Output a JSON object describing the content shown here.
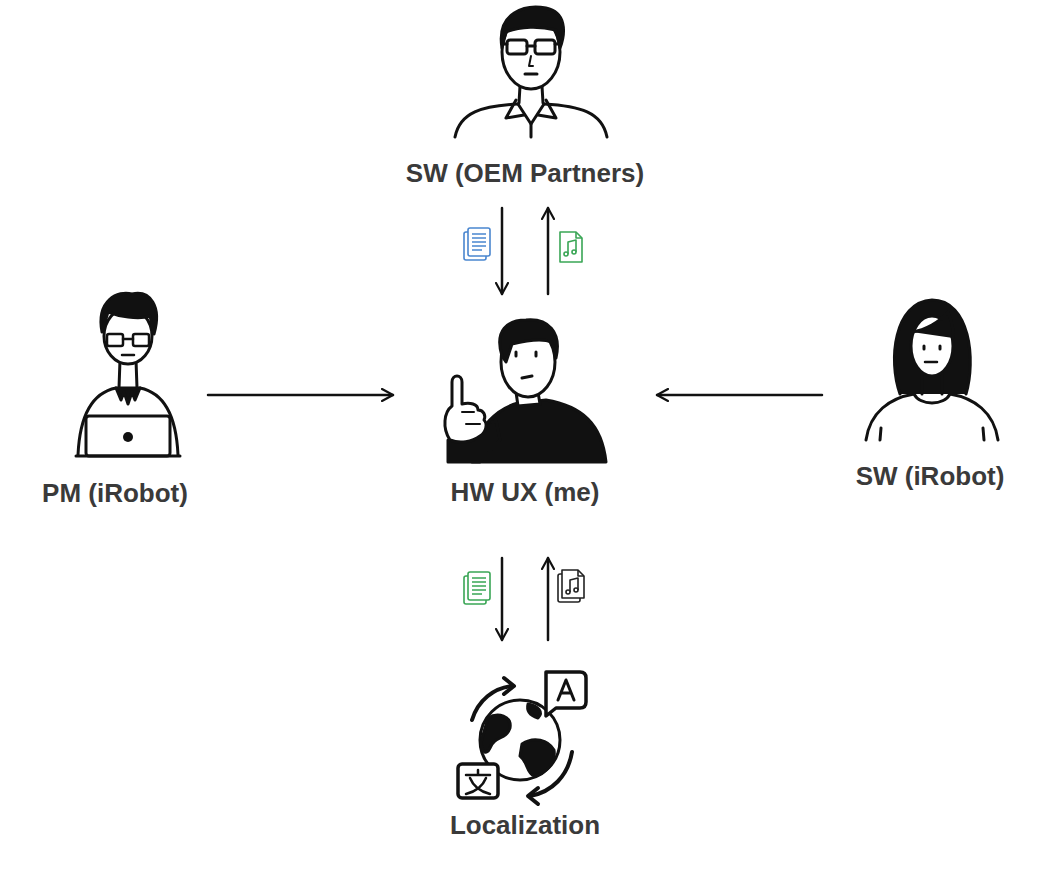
{
  "diagram": {
    "nodes": [
      {
        "text": [
          "SW (OEM Partners)"
        ]
      },
      {
        "text": [
          "PM (iRobot)"
        ]
      },
      {
        "text": [
          "HW UX (me)"
        ]
      },
      {
        "text": [
          "SW (iRobot)"
        ]
      },
      {
        "text": [
          "Localization"
        ]
      }
    ],
    "edges": [
      {
        "from": 0,
        "to": 2,
        "arrow": "to"
      },
      {
        "from": 2,
        "to": 0,
        "arrow": "to"
      },
      {
        "from": 1,
        "to": 2,
        "arrow": "to"
      },
      {
        "from": 3,
        "to": 2,
        "arrow": "to"
      },
      {
        "from": 2,
        "to": 4,
        "arrow": "to"
      },
      {
        "from": 4,
        "to": 2,
        "arrow": "to"
      }
    ]
  }
}
